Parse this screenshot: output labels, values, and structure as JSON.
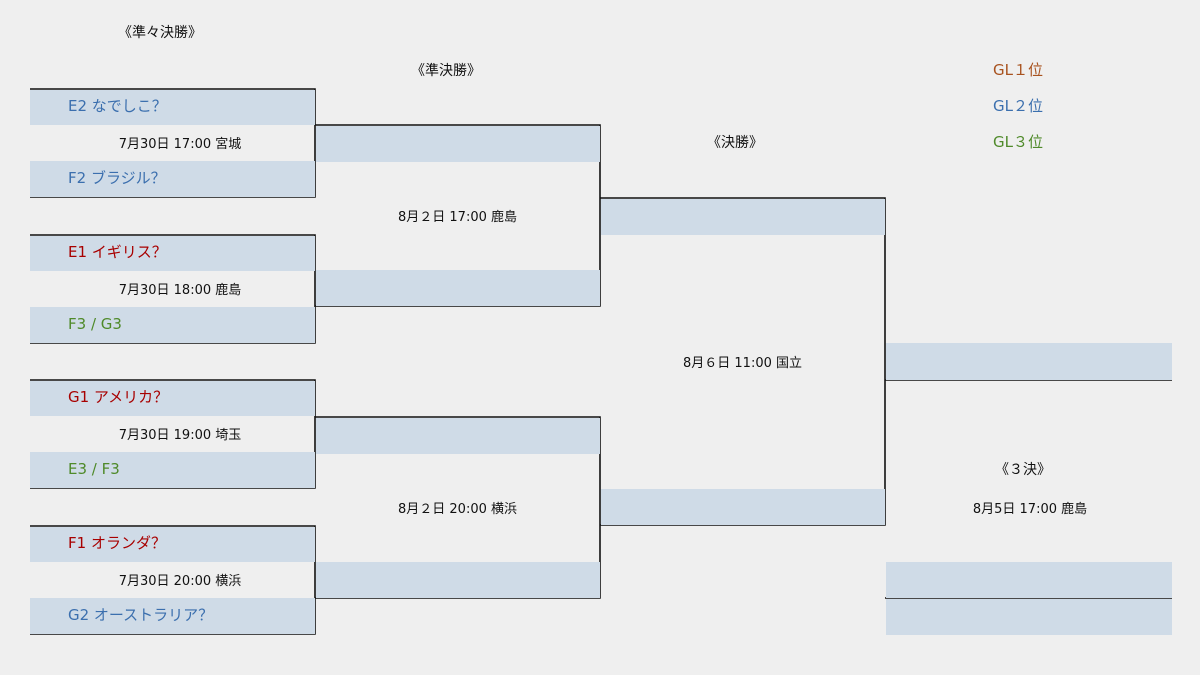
{
  "colors": {
    "gl1": "#a80000",
    "gl2": "#3b6fae",
    "gl3": "#4f8a2a",
    "slot": "#cfdbe7",
    "line": "#111111"
  },
  "rounds": {
    "quarterfinal": "《準々決勝》",
    "semifinal": "《準決勝》",
    "final": "《決勝》",
    "third_place": "《３決》"
  },
  "legend": [
    "GL１位",
    "GL２位",
    "GL３位"
  ],
  "quarterfinals": [
    {
      "top": "E2 なでしこ？",
      "top_rank": 2,
      "info": "7月30日  17:00 宮城",
      "bottom": "F2 ブラジル？",
      "bottom_rank": 2
    },
    {
      "top": "E1 イギリス？",
      "top_rank": 1,
      "info": "7月30日  18:00 鹿島",
      "bottom": "F3 / G3",
      "bottom_rank": 3
    },
    {
      "top": "G1 アメリカ？",
      "top_rank": 1,
      "info": "7月30日  19:00 埼玉",
      "bottom": "E3 / F3",
      "bottom_rank": 3
    },
    {
      "top": "F1 オランダ？",
      "top_rank": 1,
      "info": "7月30日  20:00 横浜",
      "bottom": "G2 オーストラリア？",
      "bottom_rank": 2
    }
  ],
  "semifinals": [
    {
      "info": "8月２日  17:00 鹿島"
    },
    {
      "info": "8月２日  20:00 横浜"
    }
  ],
  "final": {
    "info": "8月６日  11:00 国立"
  },
  "third_place": {
    "info": "8月5日  17:00 鹿島"
  }
}
